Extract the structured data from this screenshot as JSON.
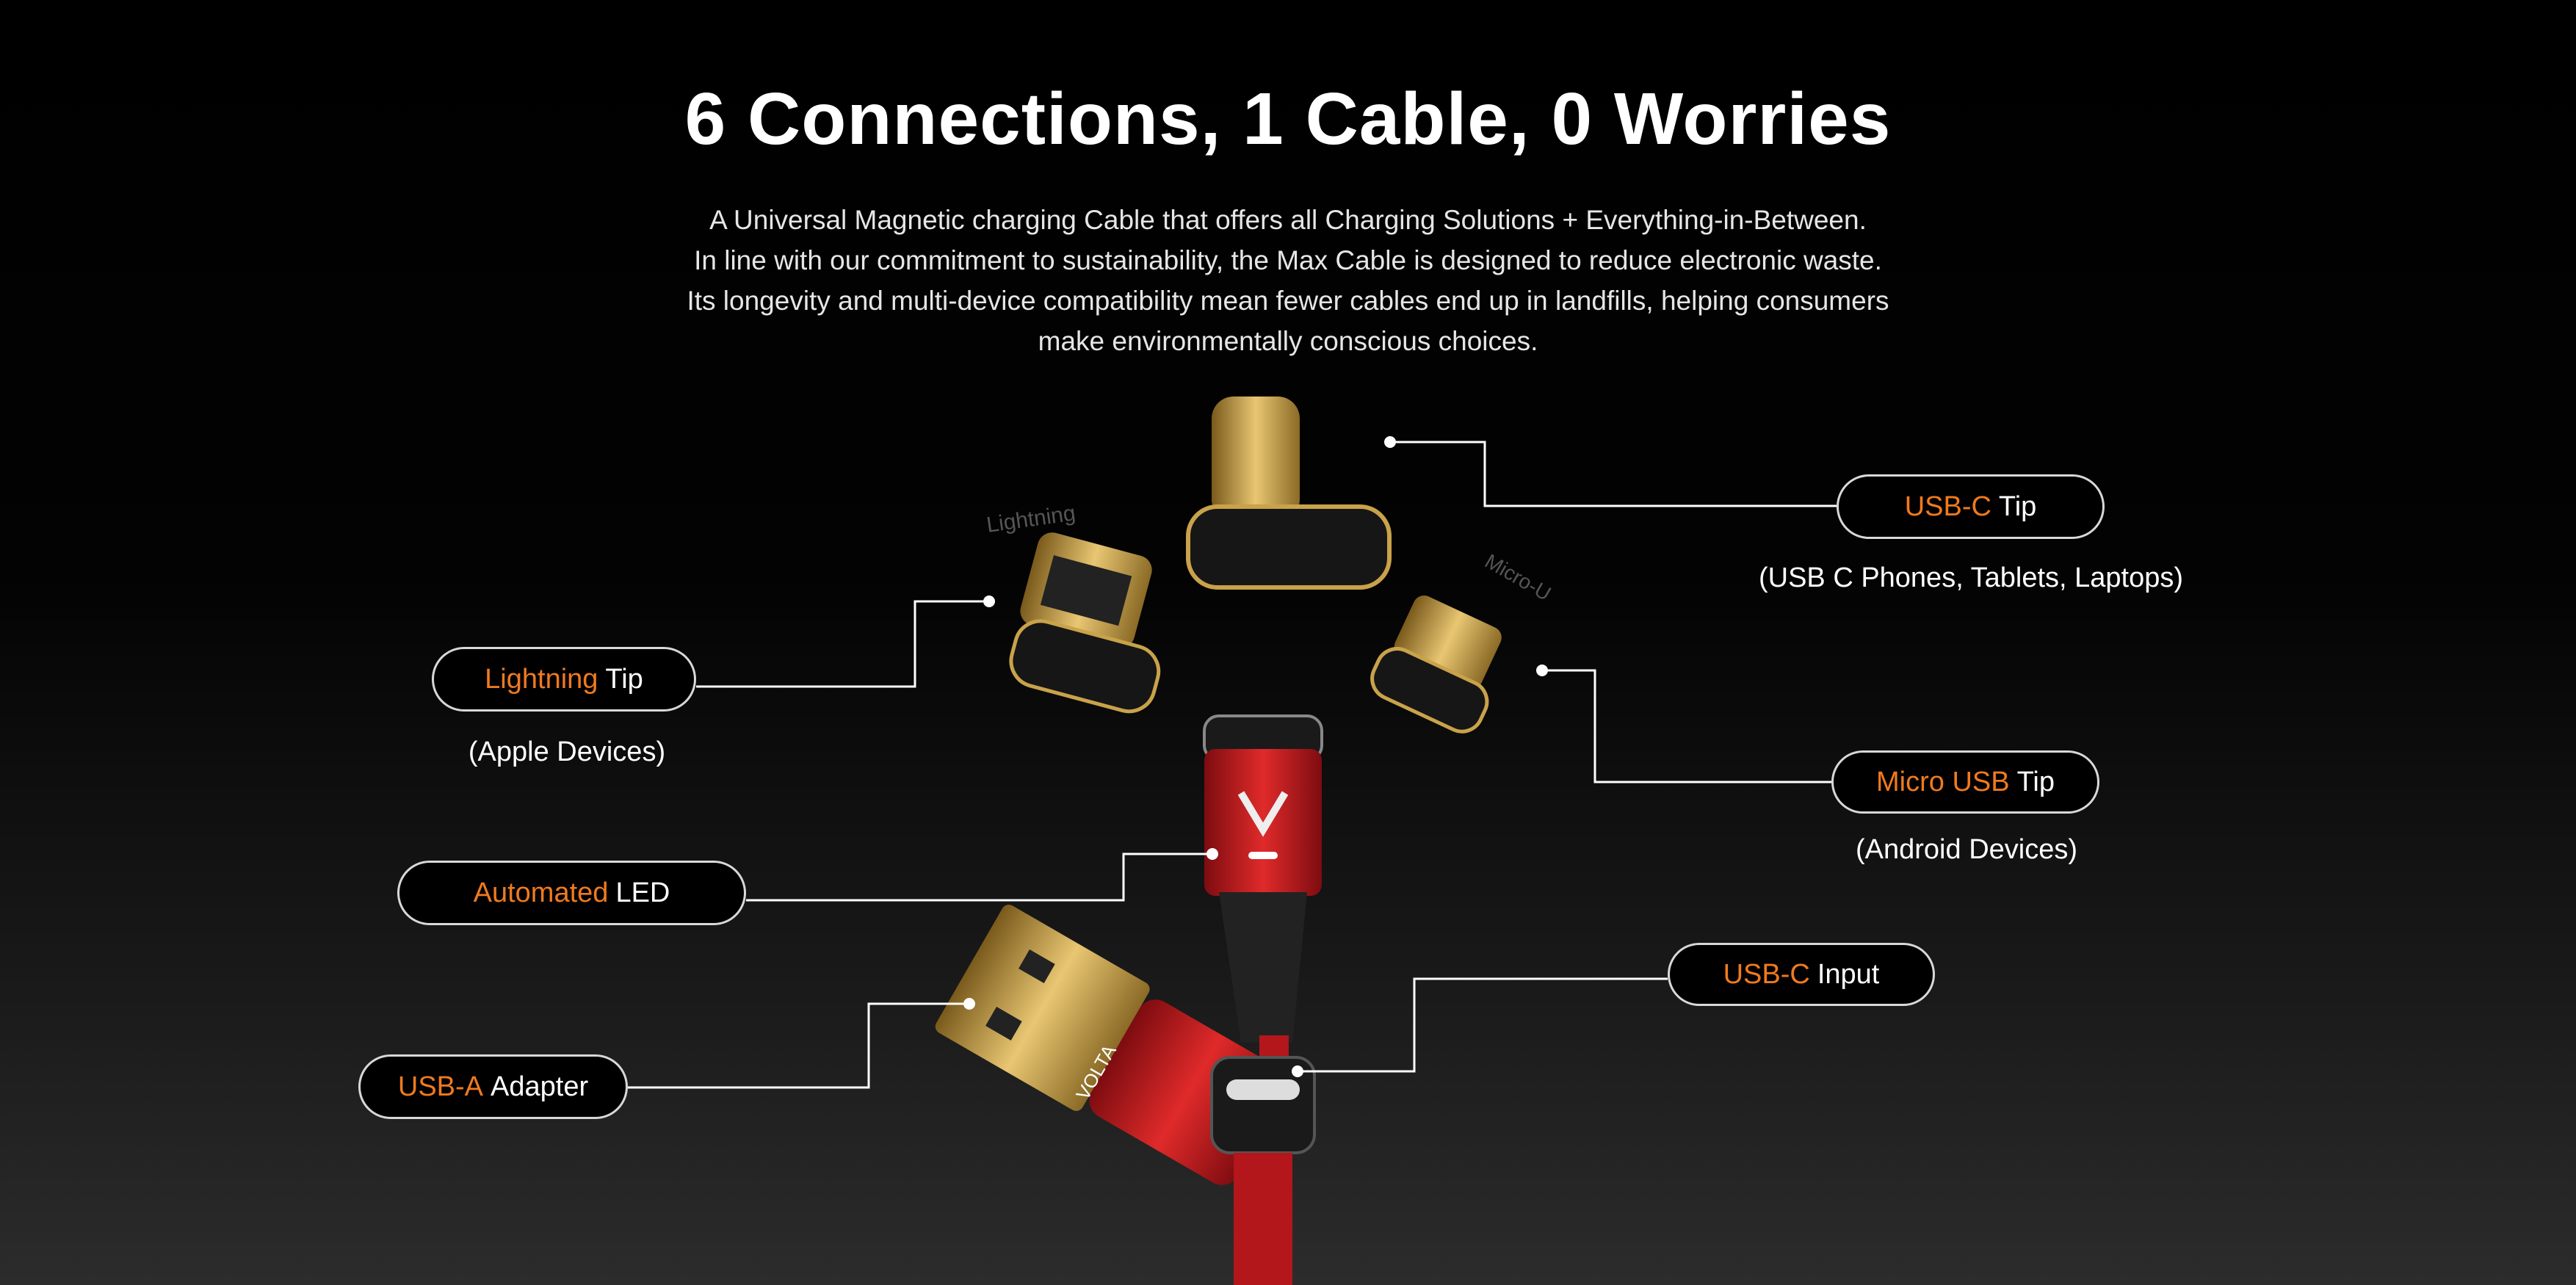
{
  "header": {
    "title": "6 Connections, 1 Cable, 0 Worries",
    "paragraph": [
      "A Universal Magnetic charging Cable that offers all Charging Solutions + Everything-in-Between.",
      "In line with our commitment to sustainability, the Max Cable is designed to reduce electronic waste.",
      "Its longevity and multi-device compatibility mean fewer cables end up in landfills, helping consumers",
      "make environmentally conscious choices."
    ]
  },
  "features": {
    "usbc_tip": {
      "accent": "USB-C",
      "rest": "Tip",
      "sub": "(USB C Phones, Tablets, Laptops)"
    },
    "lightning_tip": {
      "accent": "Lightning",
      "rest": "Tip",
      "sub": "(Apple Devices)"
    },
    "micro_usb_tip": {
      "accent": "Micro USB",
      "rest": "Tip",
      "sub": "(Android Devices)"
    },
    "automated_led": {
      "accent": "Automated",
      "rest": "LED"
    },
    "usbc_input": {
      "accent": "USB-C",
      "rest": "Input"
    },
    "usba_adapter": {
      "accent": "USB-A",
      "rest": "Adapter"
    }
  },
  "product": {
    "brand": "VOLTA",
    "tip_labels": [
      "Lightning",
      "Micro-U"
    ]
  },
  "colors": {
    "accent": "#f07a1e",
    "cable_red": "#c8161b",
    "gold": "#c9a24a"
  }
}
